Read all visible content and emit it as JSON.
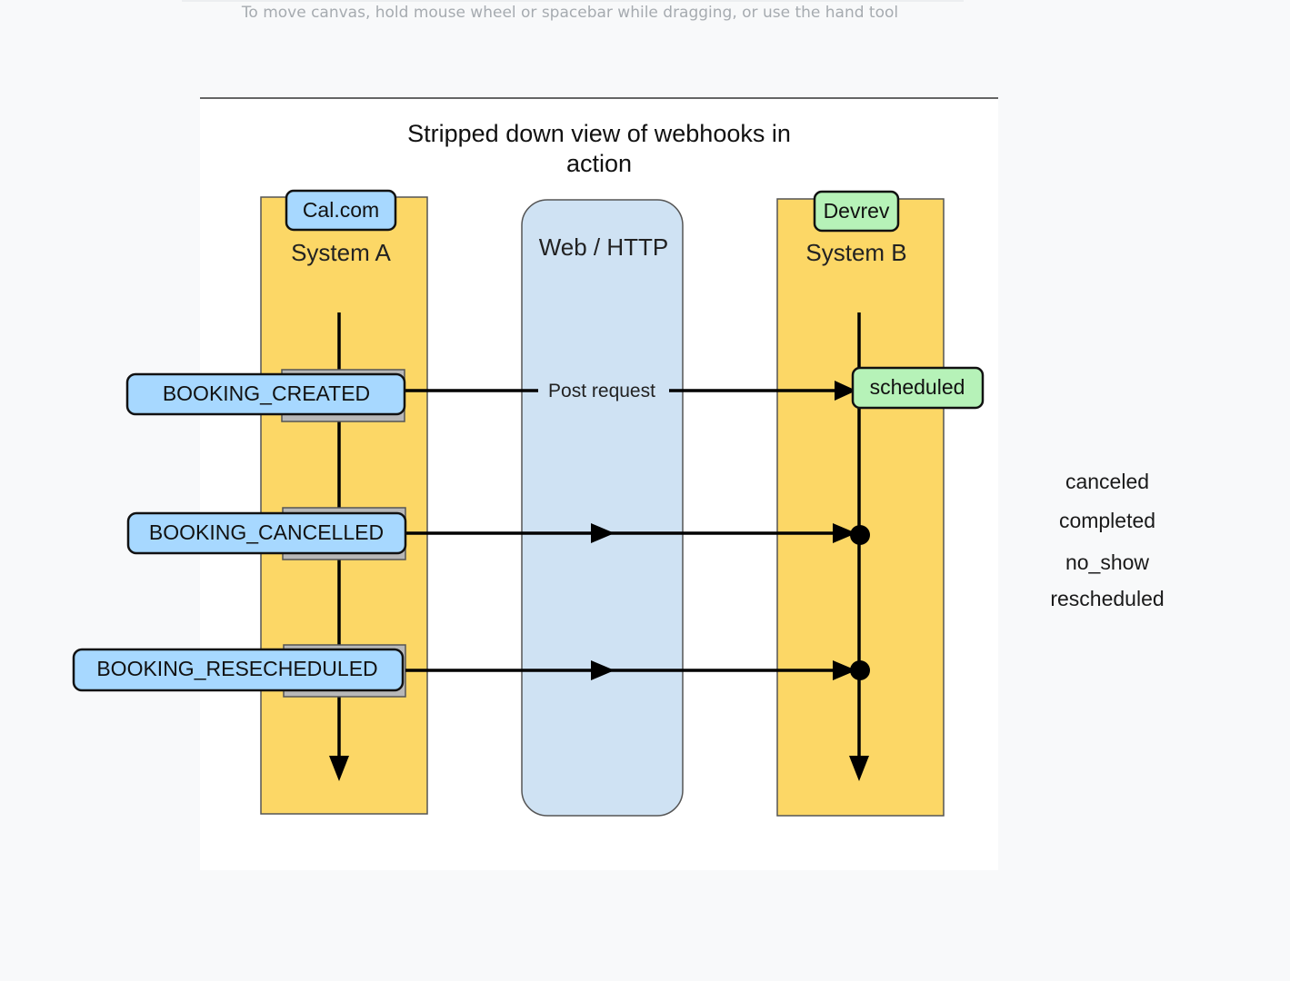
{
  "canvas_hint": "To move canvas, hold mouse wheel or spacebar while dragging, or use the hand tool",
  "diagram": {
    "title_line1": "Stripped down view of webhooks in",
    "title_line2": "action",
    "system_a": {
      "badge": "Cal.com",
      "label": "System A",
      "color": "#fcd766"
    },
    "middle": {
      "label": "Web / HTTP",
      "color": "#cfe2f3"
    },
    "system_b": {
      "badge": "Devrev",
      "label": "System B",
      "color": "#fcd766"
    },
    "arrow_label": "Post request",
    "events": [
      {
        "label": "BOOKING_CREATED"
      },
      {
        "label": "BOOKING_CANCELLED"
      },
      {
        "label": "BOOKING_RESECHEDULED"
      }
    ],
    "status_box": {
      "label": "scheduled",
      "color": "#b6f2b8"
    },
    "event_color": "#a7d8ff"
  },
  "statuses": [
    "canceled",
    "completed",
    "no_show",
    "rescheduled"
  ]
}
